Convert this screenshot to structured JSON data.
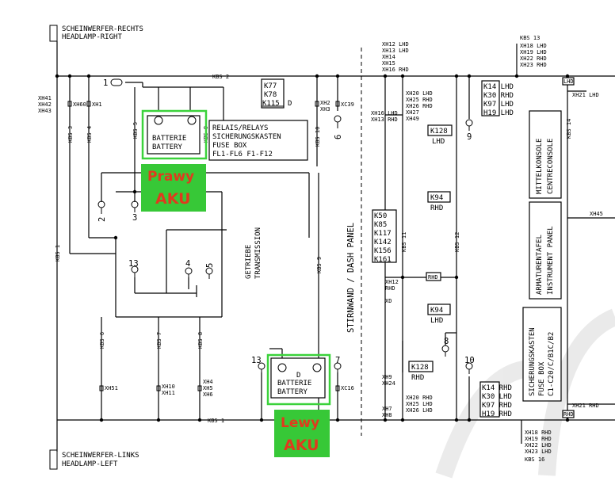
{
  "headlamp_right": [
    "SCHEINWERFER-RECHTS",
    "HEADLAMP-RIGHT"
  ],
  "headlamp_left": [
    "SCHEINWERFER-LINKS",
    "HEADLAMP-LEFT"
  ],
  "kbs2_top": "KBS 2",
  "kbs1_bottom": "KBS 1",
  "kbs13": "KBS 13",
  "kbs16": "KBS 16",
  "xh_top_left": [
    "XH41",
    "XH42",
    "XH43"
  ],
  "xh60": "XH60",
  "xh1": "XH1",
  "xh2_3": [
    "XH2",
    "XH3"
  ],
  "xc39": "XC39",
  "xc16": "XC16",
  "xh51": "XH51",
  "xh10_11": [
    "XH10",
    "XH11"
  ],
  "xh4_6": [
    "XH4",
    "XH5",
    "XH6"
  ],
  "k77_box": [
    "K77",
    "K78",
    "K115"
  ],
  "k77_suffix": "D",
  "relay_box": [
    "RELAIS/RELAYS",
    "SICHERUNGSKASTEN",
    "FUSE BOX",
    "FL1-FL6 F1-F12"
  ],
  "battery_right": [
    "BATTERIE",
    "BATTERY"
  ],
  "battery_left": [
    "BATTERIE",
    "BATTERY"
  ],
  "battery_left_d": "D",
  "prawy_aku": [
    "Prawy",
    "AKU"
  ],
  "lewy_aku": [
    "Lewy",
    "AKU"
  ],
  "getriebe": [
    "GETRIEBE",
    "TRANSMISSION"
  ],
  "stirnwand": "STIRNWAND / DASH PANEL",
  "kbs_vert": {
    "k1": "KBS 1",
    "k3": "KBS 3",
    "k4": "KBS 4",
    "k5": "KBS 5",
    "k9": "KBS 9",
    "k10": "KBS 10",
    "k6": "KBS 6",
    "k7": "KBS 7",
    "k8": "KBS 8",
    "k9b": "KBS 9",
    "k11": "KBS 11",
    "k12": "KBS 12",
    "k14": "KBS 14"
  },
  "ground_numbers": {
    "g1": "1",
    "g2": "2",
    "g3": "3",
    "g13a": "13",
    "g4": "4",
    "g5": "5",
    "g6": "6",
    "g13b": "13",
    "g7": "7",
    "g9": "9",
    "g8": "8",
    "g10": "10"
  },
  "xh_group_top": [
    "XH12 LHD",
    "XH13 LHD",
    "XH14",
    "XH15",
    "XH16 RHD"
  ],
  "xh_group_20": [
    "XH20 LHD",
    "XH25 RHD",
    "XH26 RHD",
    "XH27",
    "XH49"
  ],
  "xh_group_16": [
    "XH16 LHD",
    "XH13 RHD"
  ],
  "xh_group_right_top": [
    "XH18 LHD",
    "XH19 LHD",
    "XH22 RHD",
    "XH23 RHD"
  ],
  "k14_top": [
    "K14 LHD",
    "K30 RHD",
    "K97 LHD",
    "H19 LHD"
  ],
  "k128_top": [
    "K128",
    "LHD"
  ],
  "k94_top": [
    "K94",
    "RHD"
  ],
  "k50_box": [
    "K50",
    "K85",
    "K117",
    "K142",
    "K156",
    "K161"
  ],
  "xh12_rhd": [
    "XH12",
    "RHD"
  ],
  "xd": "XD",
  "rhd_tag1": "RHD",
  "k94_mid": [
    "K94",
    "LHD"
  ],
  "k128_mid": [
    "K128",
    "RHD"
  ],
  "xh9_24": [
    "XH9",
    "XH24"
  ],
  "xh7_8": [
    "XH7",
    "XH8"
  ],
  "xh_group_20b": [
    "XH20 RHD",
    "XH25 LHD",
    "XH26 LHD"
  ],
  "k14_bottom": [
    "K14 RHD",
    "K30 LHD",
    "K97 RHD",
    "H19 RHD"
  ],
  "xh_group_right_bottom": [
    "XH18 RHD",
    "XH19 RHD",
    "XH22 LHD",
    "XH23 LHD"
  ],
  "lhd_tag": "LHD",
  "xh21_lhd": "XH21 LHD",
  "xh21_rhd": "XH21 RHD",
  "rhd_tag2": "RHD",
  "xh45": "XH45",
  "mittelkonsole": [
    "MITTELKONSOLE",
    "CENTRECONSOLE"
  ],
  "armaturentafel": [
    "ARMATURENTAFEL",
    "INSTRUMENT PANEL"
  ],
  "sicherungskasten2": [
    "SICHERUNGSKASTEN",
    "FUSE BOX",
    "C1-C20/C/B1C/B2"
  ]
}
